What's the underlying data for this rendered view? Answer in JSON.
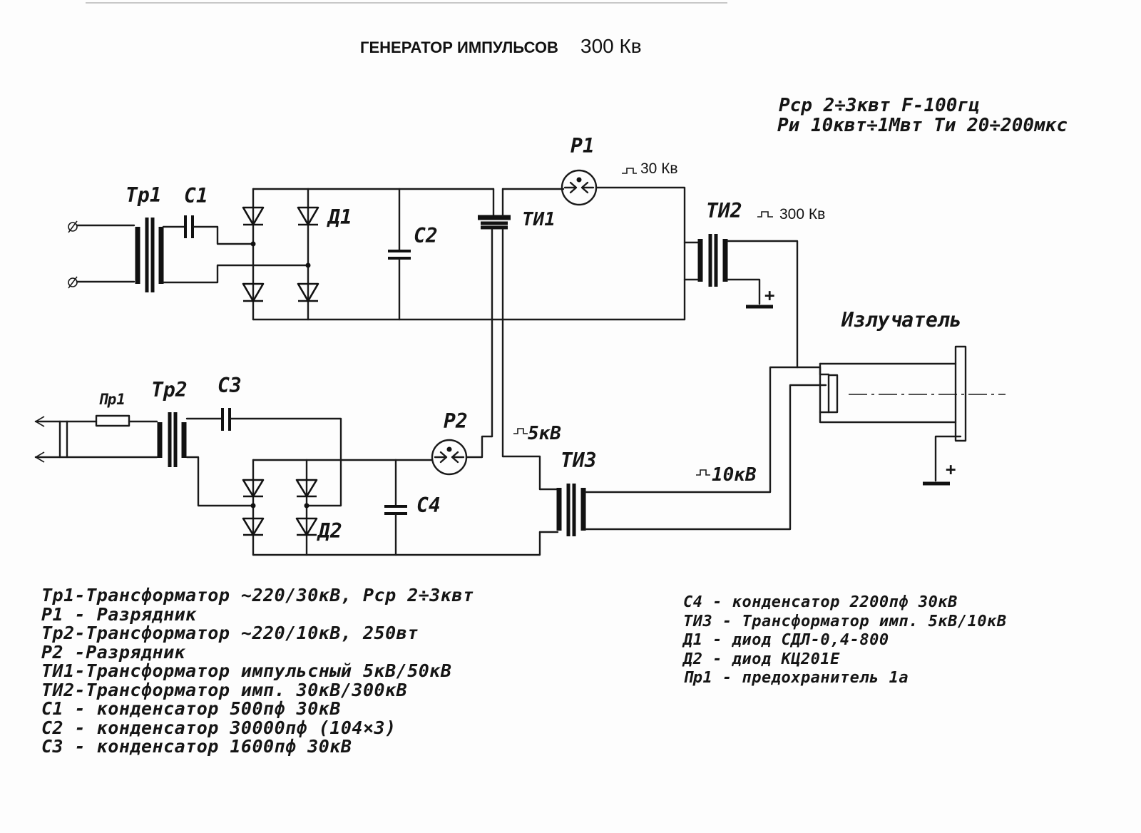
{
  "title": "ГЕНЕРАТОР ИМПУЛЬСОВ",
  "title_value": "300 Кв",
  "specs": {
    "line1": "Рср 2÷3квт   F-100гц",
    "line2": "Ри 10квт÷1Мвт Ти 20÷200мкс"
  },
  "labels": {
    "tr1": "Тр1",
    "c1": "С1",
    "d1": "Д1",
    "c2": "С2",
    "ti1": "ТИ1",
    "p1": "Р1",
    "pulse_30": "30 Кв",
    "ti2": "ТИ2",
    "pulse_300": "300 Кв",
    "plus_ti2": "+",
    "emitter": "Излучатель",
    "pr1": "Пр1",
    "tr2": "Тр2",
    "c3": "С3",
    "p2": "Р2",
    "pulse_5": "5кВ",
    "ti3": "ТИ3",
    "pulse_10": "10кВ",
    "c4": "С4",
    "d2": "Д2",
    "plus_emitter": "+"
  },
  "legend_left": [
    "Тр1-Трансформатор ~220/30кВ, Рср 2÷3квт",
    "Р1  - Разрядник",
    "Тр2-Трансформатор ~220/10кВ, 250вт",
    " Р2 -Разрядник",
    "ТИ1-Трансформатор импульсный 5кВ/50кВ",
    "ТИ2-Трансформатор имп. 30кВ/300кВ",
    "С1 - конденсатор   500пф   30кВ",
    "С2 - конденсатор  30000пф (104×3)",
    "С3 - конденсатор  1600пф  30кВ"
  ],
  "legend_right": [
    "С4 - конденсатор  2200пф  30кВ",
    "ТИ3 - Трансформатор имп. 5кВ/10кВ",
    "Д1  - диод СДЛ-0,4-800",
    "Д2  - диод КЦ201Е",
    "Пр1 - предохранитель 1а"
  ]
}
